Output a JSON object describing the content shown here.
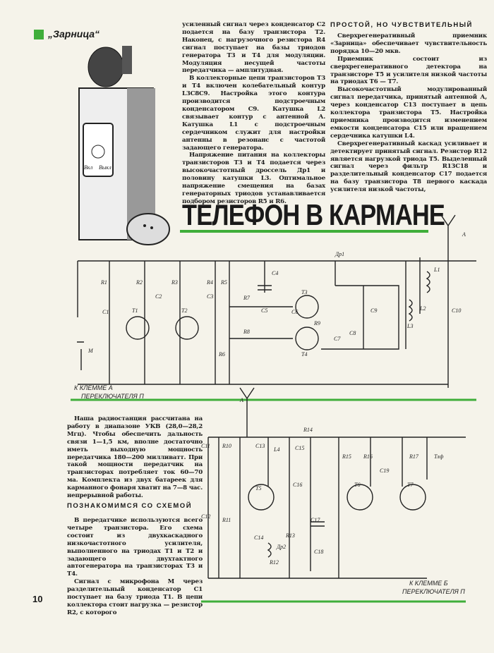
{
  "logo": {
    "text": "„Зарница“",
    "color": "#3fae3a"
  },
  "title": "ТЕЛЕФОН В КАРМАНЕ",
  "page_number": "10",
  "column_middle": [
    "усиленный сигнал через конденсатор C2 подается на базу транзистора T2. Наконец, с нагрузочного резистора R4 сигнал поступает на базы триодов генератора T3 и T4 для модуляции. Модуляция несущей частоты передатчика — амплитудная.",
    "В коллекторные цепи транзисторов T3 и T4 включен колебательный контур L3C8C9. Настройка этого контура производится подстроечным конденсатором C9. Катушка L2 связывает контур с антенной А. Катушка L1 с подстроечным сердечником служит для настройки антенны в резонанс с частотой задающего генератора.",
    "Напряжение питания на коллекторы транзисторов T3 и T4 подается через высокочастотный дроссель Др1 и половину катушки L3. Оптимальное напряжение смещения на базах генераторных триодов устанавливается подбором резисторов R5 и R6."
  ],
  "column_right": {
    "heading": "ПРОСТОЙ, НО ЧУВСТВИТЕЛЬНЫЙ",
    "paragraphs": [
      "Сверхрегенеративный приемник «Зарница» обеспечивает чувствительность порядка 10—20 мкв.",
      "Приемник состоит из сверхрегенеративного детектора на транзисторе T5 и усилителя низкой частоты на триодах T6 — T7.",
      "Высокочастотный модулированный сигнал передатчика, принятый антенной А, через конденсатор C13 поступает в цепь коллектора транзистора T5. Настройка приемника производится изменением емкости конденсатора C15 или вращением сердечника катушки L4.",
      "Сверхрегенеративный каскад усиливает и детектирует принятый сигнал. Резистор R12 является нагрузкой триода T5. Выделенный сигнал через фильтр R13C18 и разделительный конденсатор C17 подается на базу транзистора T8 первого каскада усилителя низкой частоты,"
    ]
  },
  "column_left": {
    "intro": "Наша радиостанция рассчитана на работу в диапазоне УКВ (28,0—28,2 Мгц). Чтобы обеспечить дальность связи 1—1,5 км, вполне достаточно иметь выходную мощность передатчика 180—200 милливатт. При такой мощности передатчик на транзисторах потребляет ток 60—70 ма. Комплекта из двух батареек для карманного фонаря хватит на 7—8 час. непрерывной работы.",
    "heading": "ПОЗНАКОМИМСЯ СО СХЕМОЙ",
    "paragraphs": [
      "В передатчике используются всего четыре транзистора. Его схема состоит из двухкаскадного низкочастотного усилителя, выполненного на триодах T1 и T2 и задающего двухтактного автогенератора на транзисторах T3 и T4.",
      "Сигнал с микрофона М через разделительный конденсатор C1 поступает на базу триода T1. В цепи коллектора стоит нагрузка — резистор R2, с которого"
    ]
  },
  "illustration": {
    "dial_labels": [
      "Вкл",
      "Выкл"
    ]
  },
  "schematic_transmitter": {
    "labels": [
      "R1",
      "R2",
      "R3",
      "R4",
      "R5",
      "R6",
      "R7",
      "R8",
      "R9",
      "C1",
      "C2",
      "C3",
      "C4",
      "C5",
      "C6",
      "C7",
      "C8",
      "C9",
      "C10",
      "T1",
      "T2",
      "T3",
      "T4",
      "L1",
      "L2",
      "L3",
      "Др1",
      "М",
      "А"
    ],
    "terminal": [
      "К КЛЕММЕ А",
      "ПЕРЕКЛЮЧАТЕЛЯ П"
    ]
  },
  "schematic_receiver": {
    "labels": [
      "R10",
      "R11",
      "R12",
      "R13",
      "R14",
      "R15",
      "R16",
      "R17",
      "C11",
      "C12",
      "C13",
      "C14",
      "C15",
      "C16",
      "C17",
      "C18",
      "C19",
      "T5",
      "T6",
      "T7",
      "L4",
      "Др2",
      "Тлф",
      "А"
    ],
    "terminal": [
      "К КЛЕММЕ Б",
      "ПЕРЕКЛЮЧАТЕЛЯ П"
    ]
  }
}
